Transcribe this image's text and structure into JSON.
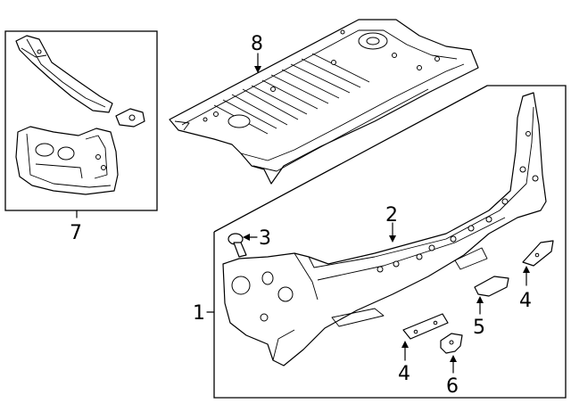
{
  "callouts": {
    "c1": "1",
    "c2": "2",
    "c3": "3",
    "c4a": "4",
    "c4b": "4",
    "c5": "5",
    "c6": "6",
    "c7": "7",
    "c8": "8"
  },
  "colors": {
    "line": "#000000",
    "background": "#ffffff"
  }
}
